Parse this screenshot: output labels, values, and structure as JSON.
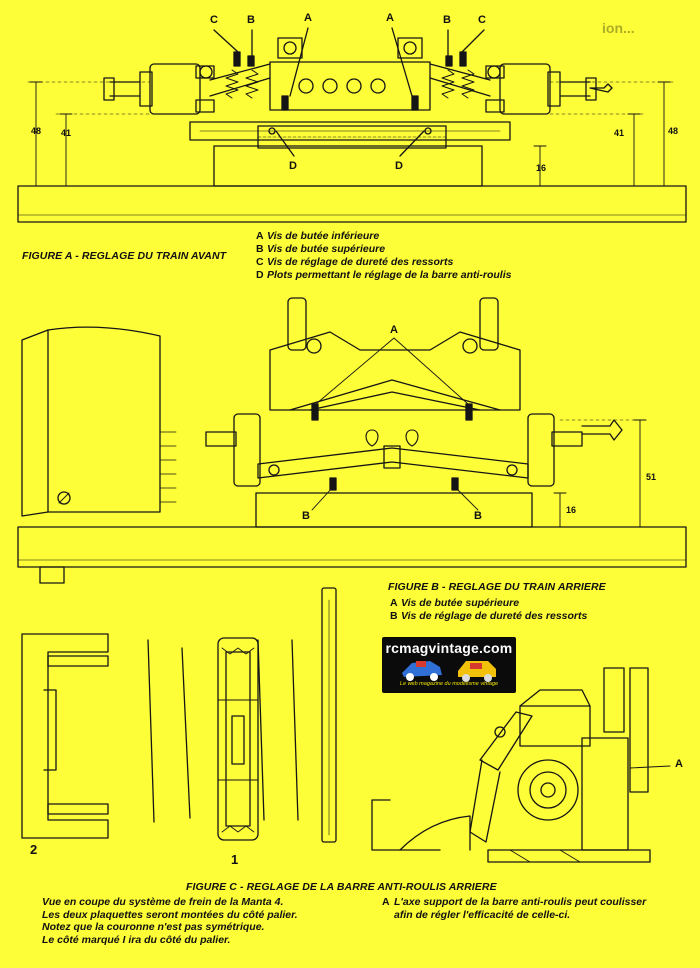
{
  "background_color": "#fdfd38",
  "ink_color": "#111111",
  "figure_a": {
    "caption": "FIGURE A - REGLAGE DU TRAIN AVANT",
    "legend": [
      {
        "key": "A",
        "text": "Vis de butée inférieure"
      },
      {
        "key": "B",
        "text": "Vis de butée supérieure"
      },
      {
        "key": "C",
        "text": "Vis de réglage de dureté des ressorts"
      },
      {
        "key": "D",
        "text": "Plots permettant le réglage de la barre anti-roulis"
      }
    ],
    "labels": {
      "c_left": "C",
      "b_left": "B",
      "a_left": "A",
      "a_right": "A",
      "b_right": "B",
      "c_right": "C",
      "d_left": "D",
      "d_right": "D"
    },
    "dimensions": {
      "left_outer": "48",
      "left_inner": "41",
      "right_inner": "41",
      "right_outer": "48",
      "base": "16"
    }
  },
  "figure_b": {
    "caption": "FIGURE B - REGLAGE DU TRAIN ARRIERE",
    "legend": [
      {
        "key": "A",
        "text": "Vis de butée supérieure"
      },
      {
        "key": "B",
        "text": "Vis de réglage de dureté des ressorts"
      }
    ],
    "labels": {
      "a_top": "A",
      "b_left": "B",
      "b_right": "B"
    },
    "dimensions": {
      "height": "51",
      "base": "16"
    }
  },
  "figure_c": {
    "caption": "FIGURE C - REGLAGE DE LA BARRE ANTI-ROULIS ARRIERE",
    "labels": {
      "part_2": "2",
      "part_1": "1",
      "a_right": "A"
    },
    "note_left": [
      "Vue en coupe du système de frein de la Manta 4.",
      "Les deux plaquettes seront montées du côté palier.",
      "Notez que la couronne n'est pas symétrique.",
      "Le côté marqué I ira du côté du palier."
    ],
    "note_right": {
      "key": "A",
      "lines": [
        "L'axe support de la barre anti-roulis peut coulisser",
        "afin de régler l'efficacité de celle-ci."
      ]
    }
  },
  "logo": {
    "site": "rcmagvintage.com",
    "tagline": "Le web magazine du modélisme vintage"
  },
  "bleed_through": {
    "top_right": "ion..."
  }
}
